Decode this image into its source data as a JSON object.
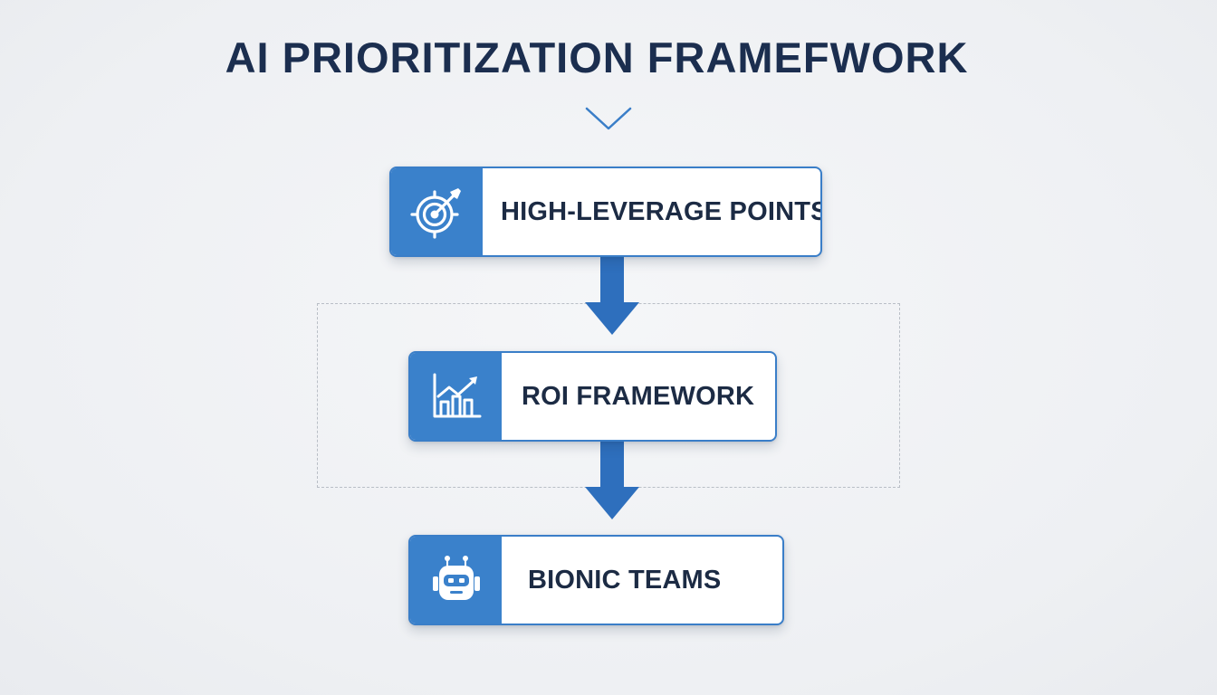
{
  "title": "AI PRIORITIZATION FRAMEFWORK",
  "colors": {
    "accent": "#3a81cb",
    "title": "#1b2e4f",
    "label": "#1c2b44",
    "background": "#f1f2f4"
  },
  "steps": [
    {
      "label": "HIGH-LEVERAGE POINTS",
      "icon": "target-arrow-icon"
    },
    {
      "label": "ROI FRAMEWORK",
      "icon": "bar-chart-growth-icon"
    },
    {
      "label": "BIONIC TEAMS",
      "icon": "robot-icon"
    }
  ]
}
